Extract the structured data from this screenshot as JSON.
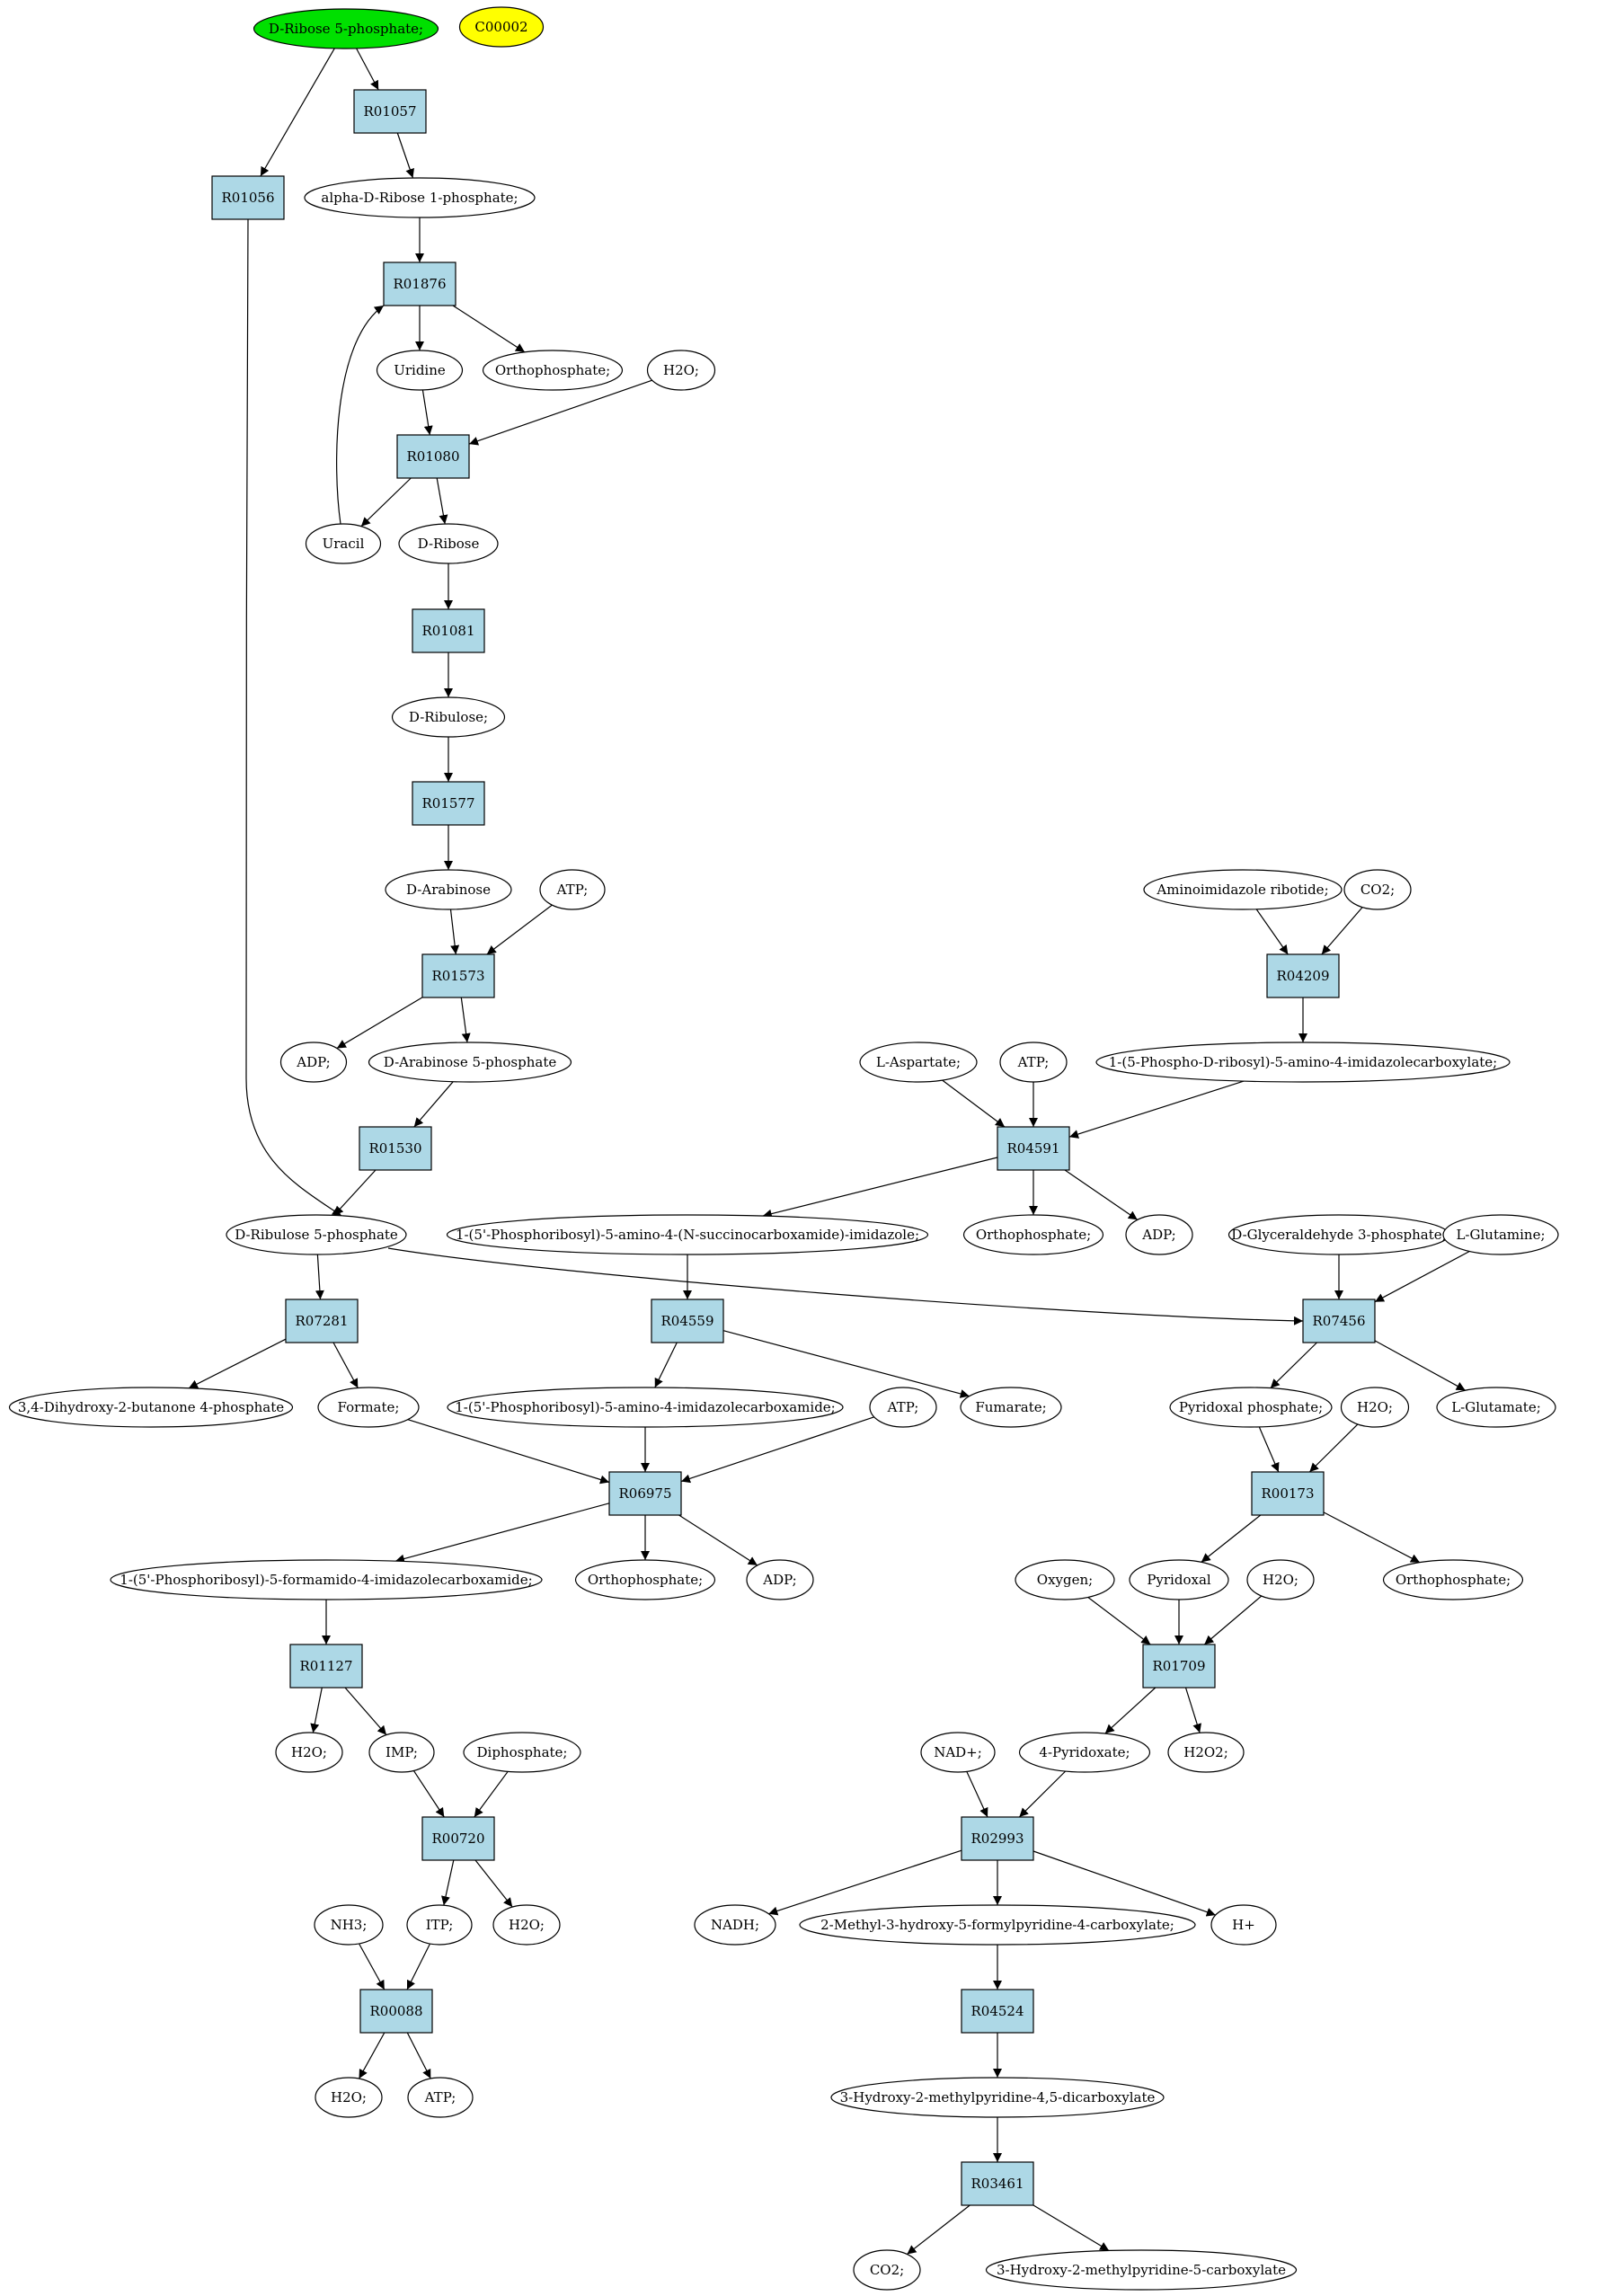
{
  "colors": {
    "start_fill": "#00e000",
    "highlight_fill": "#ffff00",
    "compound_fill": "#ffffff",
    "reaction_fill": "#add8e6",
    "stroke": "#000000"
  },
  "nodes": {
    "dribose5p": "D-Ribose 5-phosphate;",
    "c00002": "C00002",
    "r01057": "R01057",
    "r01056": "R01056",
    "alpharibose1p": "alpha-D-Ribose 1-phosphate;",
    "r01876": "R01876",
    "uridine": "Uridine",
    "orthophosphate1": "Orthophosphate;",
    "h2o1": "H2O;",
    "r01080": "R01080",
    "uracil": "Uracil",
    "dribose": "D-Ribose",
    "r01081": "R01081",
    "dribulose": "D-Ribulose;",
    "r01577": "R01577",
    "darabinose": "D-Arabinose",
    "atp1": "ATP;",
    "r01573": "R01573",
    "adp1": "ADP;",
    "darabinose5p": "D-Arabinose 5-phosphate",
    "r01530": "R01530",
    "dribulose5p": "D-Ribulose 5-phosphate",
    "aminoimidazole": "Aminoimidazole ribotide;",
    "co2a": "CO2;",
    "r04209": "R04209",
    "phosphoribosylcarboxylate": "1-(5-Phospho-D-ribosyl)-5-amino-4-imidazolecarboxylate;",
    "laspartate": "L-Aspartate;",
    "atp2": "ATP;",
    "r04591": "R04591",
    "succinocarboxamide": "1-(5'-Phosphoribosyl)-5-amino-4-(N-succinocarboxamide)-imidazole;",
    "orthophosphate2": "Orthophosphate;",
    "adp2": "ADP;",
    "dglyceraldehyde3p": "D-Glyceraldehyde 3-phosphate;",
    "lglutamine": "L-Glutamine;",
    "r07281": "R07281",
    "r04559": "R04559",
    "r07456": "R07456",
    "dihydroxybutanone": "3,4-Dihydroxy-2-butanone 4-phosphate",
    "formate": "Formate;",
    "aicar": "1-(5'-Phosphoribosyl)-5-amino-4-imidazolecarboxamide;",
    "atp3": "ATP;",
    "fumarate": "Fumarate;",
    "pyridoxalphosphate": "Pyridoxal phosphate;",
    "h2o2n": "H2O;",
    "lglutamate": "L-Glutamate;",
    "r06975": "R06975",
    "r00173": "R00173",
    "faicar": "1-(5'-Phosphoribosyl)-5-formamido-4-imidazolecarboxamide;",
    "orthophosphate3": "Orthophosphate;",
    "adp3": "ADP;",
    "oxygen": "Oxygen;",
    "pyridoxal": "Pyridoxal",
    "h2o3": "H2O;",
    "orthophosphate4": "Orthophosphate;",
    "r01127": "R01127",
    "r01709": "R01709",
    "h2o4": "H2O;",
    "imp": "IMP;",
    "diphosphate": "Diphosphate;",
    "nad": "NAD+;",
    "pyridoxate": "4-Pyridoxate;",
    "h2o2": "H2O2;",
    "r00720": "R00720",
    "r02993": "R02993",
    "nh3": "NH3;",
    "itp": "ITP;",
    "h2o5": "H2O;",
    "nadh": "NADH;",
    "methylhydroxy": "2-Methyl-3-hydroxy-5-formylpyridine-4-carboxylate;",
    "hplus": "H+",
    "r00088": "R00088",
    "r04524": "R04524",
    "h2o6": "H2O;",
    "atp4": "ATP;",
    "hydroxydicarboxylate": "3-Hydroxy-2-methylpyridine-4,5-dicarboxylate",
    "r03461": "R03461",
    "co2b": "CO2;",
    "hydroxycarboxylate": "3-Hydroxy-2-methylpyridine-5-carboxylate"
  }
}
